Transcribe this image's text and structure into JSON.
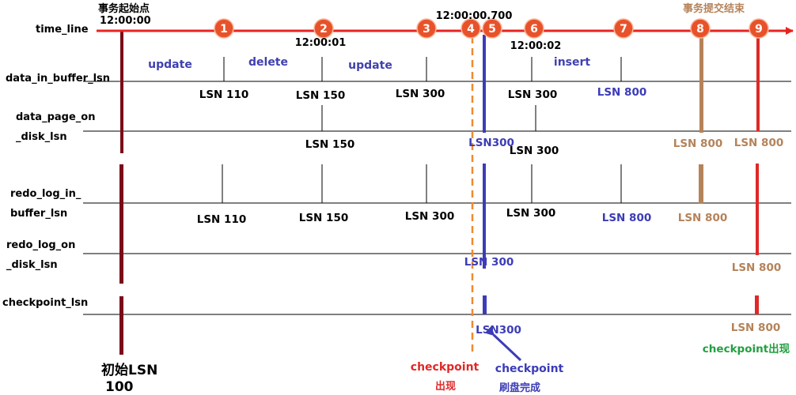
{
  "top": {
    "start_caption": "事务起始点",
    "start_time": "12:00:00",
    "time_at_2": "12:00:01",
    "time_at_4_5": "12:00:00.700",
    "time_at_6": "12:00:02",
    "commit_caption": "事务提交结束"
  },
  "row_labels": {
    "time_line": "time_line",
    "data_in_buffer_lsn": "data_in_buffer_lsn",
    "data_page_on_1": "data_page_on",
    "data_page_on_2": "_disk_lsn",
    "redo_log_in_1": "redo_log_in_",
    "redo_log_in_2": "buffer_lsn",
    "redo_log_on_1": "redo_log_on",
    "redo_log_on_2": "_disk_lsn",
    "checkpoint_lsn": "checkpoint_lsn"
  },
  "steps": [
    "1",
    "2",
    "3",
    "4",
    "5",
    "6",
    "7",
    "8",
    "9"
  ],
  "operations": {
    "op1": "update",
    "op2": "delete",
    "op3": "update",
    "op4": "insert"
  },
  "buffer_lsn": {
    "a": "LSN 110",
    "b": "LSN 150",
    "c": "LSN 300",
    "d": "LSN 300",
    "e": "LSN 800"
  },
  "page_lsn": {
    "a": "LSN 150",
    "b": "LSN300",
    "c": "LSN 300",
    "d": "LSN 800",
    "e": "LSN 800"
  },
  "redo_buffer_lsn": {
    "a": "LSN 110",
    "b": "LSN 150",
    "c": "LSN 300",
    "d": "LSN 300",
    "e": "LSN 800",
    "f": "LSN 800"
  },
  "redo_disk_lsn": {
    "a": "LSN 300",
    "b": "LSN 800"
  },
  "checkpoint_lsn": {
    "a": "LSN300",
    "b": "LSN 800"
  },
  "bottom": {
    "initial_lsn_1": "初始LSN",
    "initial_lsn_2": "100",
    "checkpoint_appear_1": "checkpoint",
    "checkpoint_appear_2": "出现",
    "checkpoint_flush_1": "checkpoint",
    "checkpoint_flush_2": "刷盘完成",
    "checkpoint_appear_right": "checkpoint出现"
  },
  "colors": {
    "timeline_red": "#e8231f",
    "step_orange": "#e8522a",
    "dark_red": "#7a0c18",
    "op_blue": "#4040b0",
    "lsn_blue": "#3c3cb8",
    "brown": "#b5835a",
    "dashed_orange": "#ef8a2e",
    "red_mark": "#e02828",
    "green": "#22a040"
  }
}
